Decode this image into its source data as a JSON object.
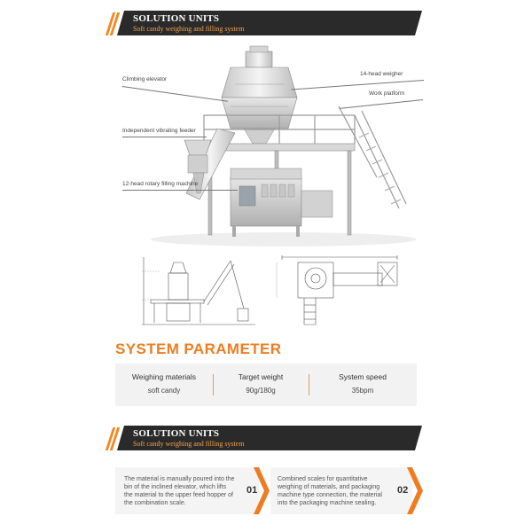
{
  "banner_top": {
    "title": "SOLUTION UNITS",
    "subtitle": "Soft candy weighing and filling system"
  },
  "machine": {
    "labels": {
      "climbing_elevator": "Climbing elevator",
      "independent_vibrating_feeder": "Independent vibrating feeder",
      "rotary_filling_machine": "12-head rotary filling machine",
      "weigher": "14-head weigher",
      "work_platform": "Work platform"
    }
  },
  "parameters": {
    "heading": "SYSTEM PARAMETER",
    "items": [
      {
        "label": "Weighing materials",
        "value": "soft candy"
      },
      {
        "label": "Target weight",
        "value": "90g/180g"
      },
      {
        "label": "System speed",
        "value": "35bpm"
      }
    ]
  },
  "banner_bottom": {
    "title": "SOLUTION UNITS",
    "subtitle": "Soft candy weighing and filling system"
  },
  "steps": [
    {
      "number": "01",
      "text": "The material is manually poured into the bin of the inclined elevator, which lifts the material to the upper feed hopper of the combination scale."
    },
    {
      "number": "02",
      "text": "Combined scales for quantitative weighing of materials, and packaging machine type connection, the material into the packaging machine sealing."
    }
  ],
  "colors": {
    "accent": "#ee7d22",
    "banner_bg": "#2a2a2a",
    "panel_bg": "#f2f2f2"
  }
}
